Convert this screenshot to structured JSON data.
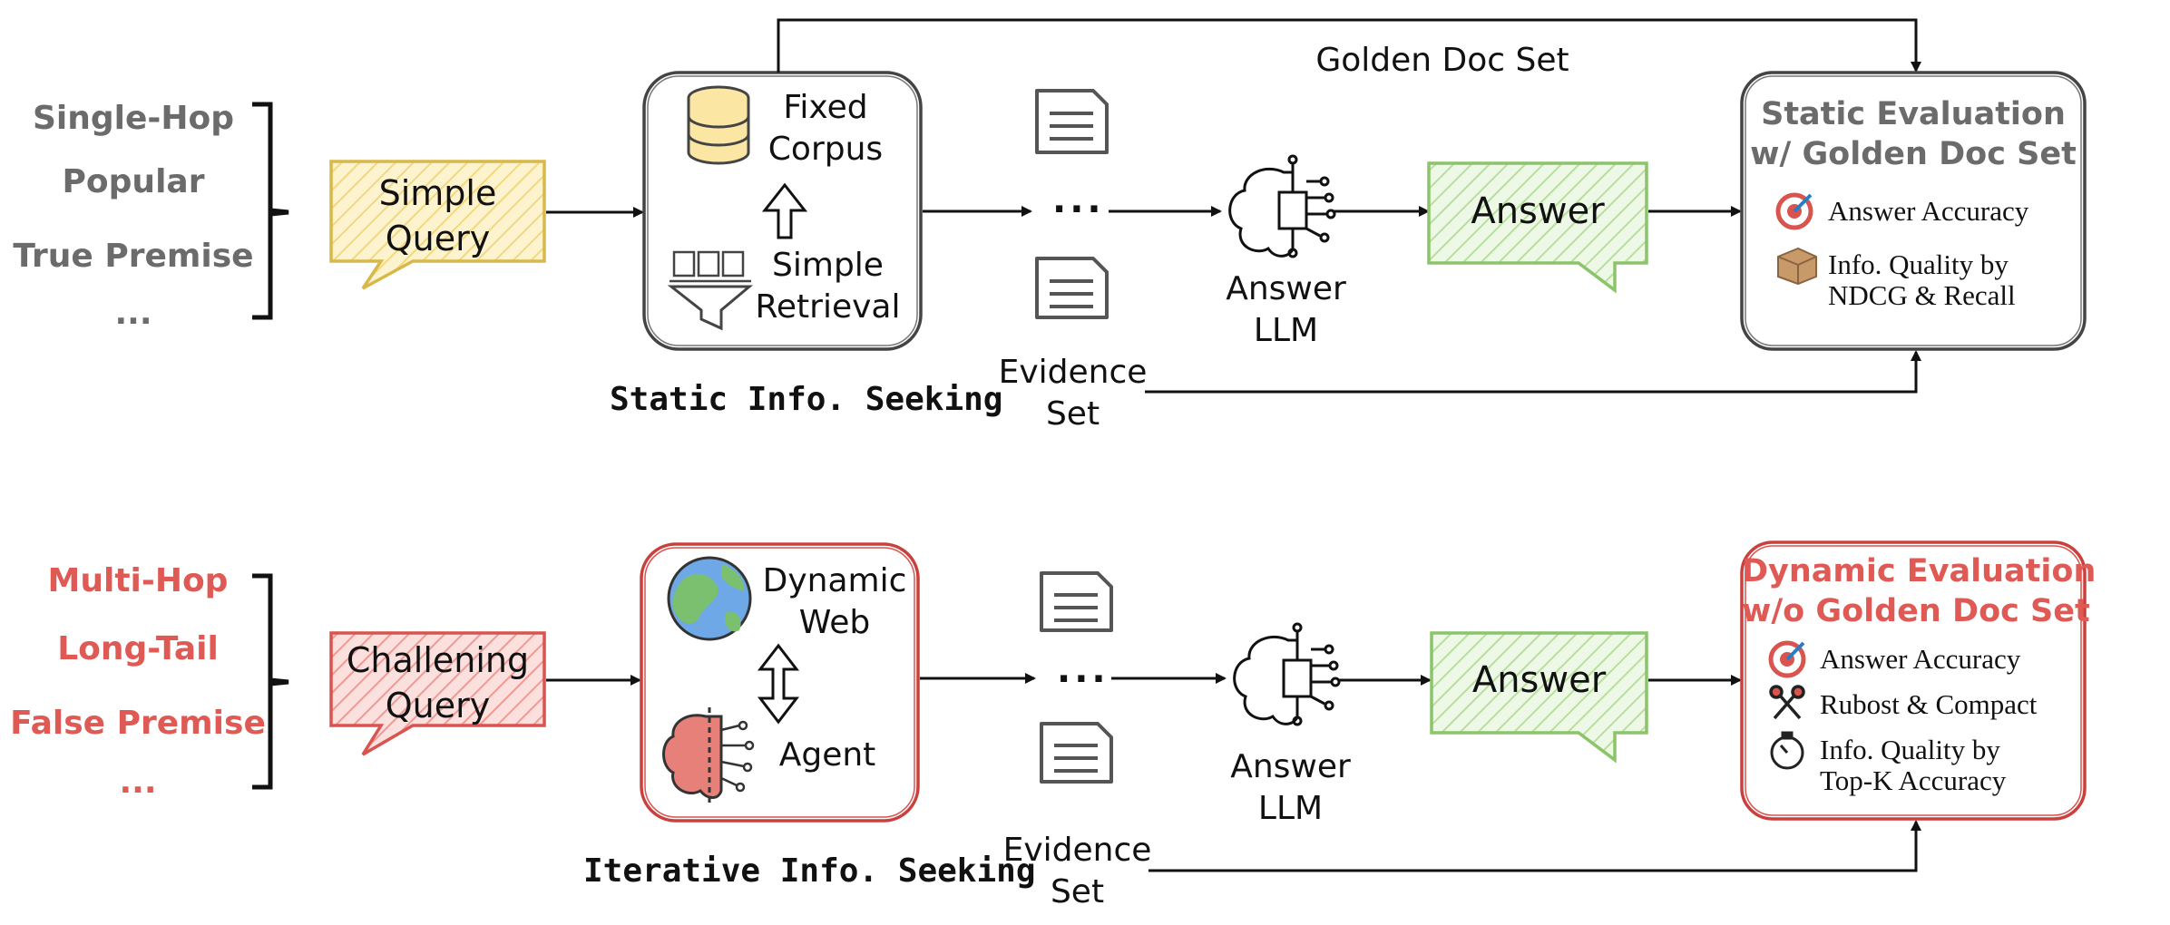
{
  "colors": {
    "gray": "#6b6b6b",
    "red": "#e05a55",
    "yellow_fill": "#fbeaa8",
    "yellow_stroke": "#d8b84a",
    "red_fill": "#f7c9c6",
    "red_stroke": "#d9534f",
    "green_fill": "#d6eec6",
    "green_stroke": "#8cc46a",
    "box_red_stroke": "#c9403c"
  },
  "static_row": {
    "categories": [
      "Single-Hop",
      "Popular",
      "True Premise",
      "..."
    ],
    "query": "Simple Query",
    "query_lines": [
      "Simple",
      "Query"
    ],
    "corpus_label_lines": [
      "Fixed",
      "Corpus"
    ],
    "retrieval_label_lines": [
      "Simple",
      "Retrieval"
    ],
    "box_caption": "Static Info. Seeking",
    "ellipsis": "...",
    "evidence_lines": [
      "Evidence",
      "Set"
    ],
    "llm_lines": [
      "Answer",
      "LLM"
    ],
    "answer": "Answer",
    "golden_doc": "Golden Doc Set",
    "eval_title_lines": [
      "Static Evaluation",
      "w/ Golden Doc Set"
    ],
    "eval_items": [
      {
        "icon": "target-icon",
        "lines": [
          "Answer Accuracy"
        ]
      },
      {
        "icon": "box-icon",
        "lines": [
          "Info. Quality by",
          "NDCG & Recall"
        ]
      }
    ]
  },
  "iterative_row": {
    "categories": [
      "Multi-Hop",
      "Long-Tail",
      "False Premise",
      "..."
    ],
    "query": "Challening Query",
    "query_lines": [
      "Challening",
      "Query"
    ],
    "web_label_lines": [
      "Dynamic",
      "Web"
    ],
    "agent_label": "Agent",
    "box_caption": "Iterative Info. Seeking",
    "ellipsis": "...",
    "evidence_lines": [
      "Evidence",
      "Set"
    ],
    "llm_lines": [
      "Answer",
      "LLM"
    ],
    "answer": "Answer",
    "eval_title_lines": [
      "Dynamic Evaluation",
      "w/o Golden Doc Set"
    ],
    "eval_items": [
      {
        "icon": "target-icon",
        "lines": [
          "Answer Accuracy"
        ]
      },
      {
        "icon": "scissors-icon",
        "lines": [
          "Rubost & Compact"
        ]
      },
      {
        "icon": "stopwatch-icon",
        "lines": [
          "Info. Quality by",
          "Top-K Accuracy"
        ]
      }
    ]
  }
}
